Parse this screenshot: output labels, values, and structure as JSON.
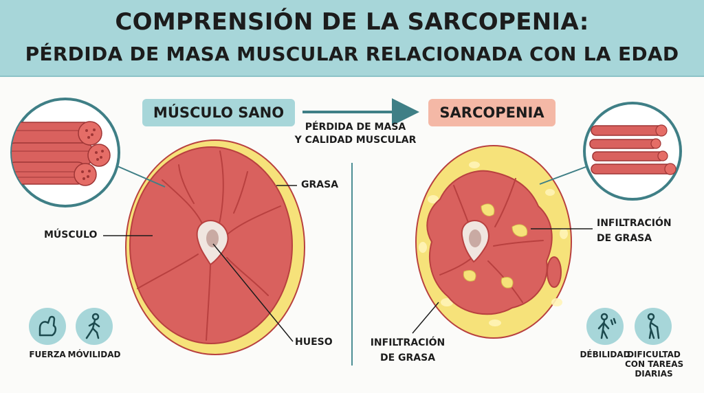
{
  "title": {
    "line1": "COMPRENSIÓN DE LA SARCOPENIA:",
    "line2": "PÉRDIDA DE MASA MUSCULAR RELACIONADA CON LA EDAD"
  },
  "healthy": {
    "heading": "MÚSCULO SANO",
    "labels": {
      "fat": "GRASA",
      "muscle": "MÚSCULO",
      "bone": "HUESO"
    },
    "icons": [
      {
        "icon": "flexed-arm-icon",
        "label": "FUERZA"
      },
      {
        "icon": "walking-person-icon",
        "label": "MÓVILIDAD"
      }
    ]
  },
  "transition": {
    "line1": "PÉRDIDA DE MASA",
    "line2": "Y CALIDAD MUSCULAR"
  },
  "sarcopenia": {
    "heading": "SARCOPENIA",
    "labels": {
      "infiltration_right_1": "INFILTRACIÓN",
      "infiltration_right_2": "DE GRASA",
      "infiltration_bottom_1": "INFILTRACIÓN",
      "infiltration_bottom_2": "DE GRASA"
    },
    "icons": [
      {
        "icon": "weak-person-icon",
        "label": "DÉBILIDAD"
      },
      {
        "icon": "person-with-cane-icon",
        "label_lines": [
          "DIFICULTAD",
          "CON TAREAS",
          "DIARIAS"
        ]
      }
    ]
  },
  "colors": {
    "header_bg": "#a7d6d9",
    "muscle": "#d9615e",
    "muscle_dark": "#b8403f",
    "fat": "#f6e27a",
    "bone": "#f0e6e0",
    "sarcopenia_pill": "#f4b8a6",
    "accent": "#3f7f86"
  }
}
